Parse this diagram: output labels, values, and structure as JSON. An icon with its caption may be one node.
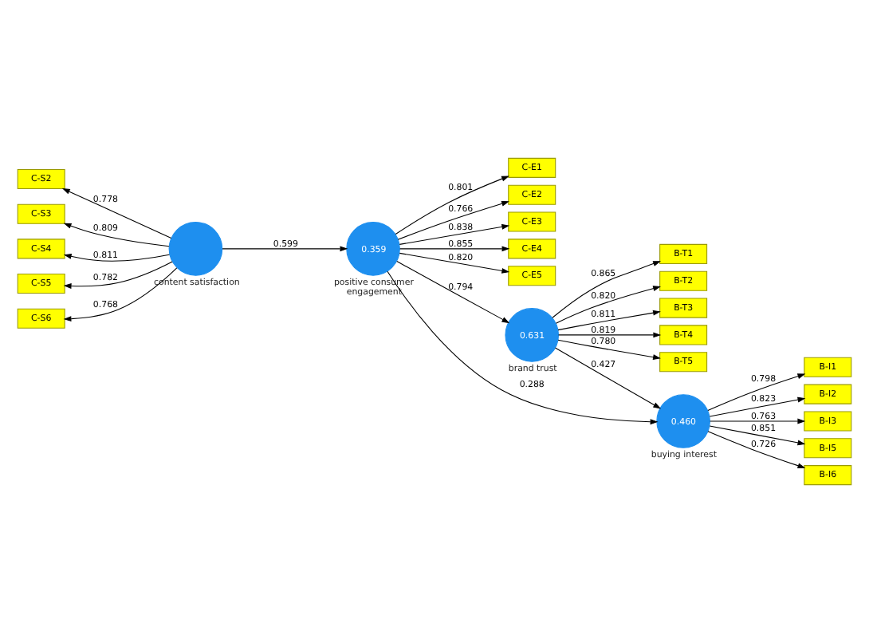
{
  "diagram": {
    "nodes": [
      {
        "text": [
          "C-E1"
        ]
      },
      {
        "text": [
          "C-E2"
        ]
      },
      {
        "text": [
          "C-E3"
        ]
      },
      {
        "text": [
          "C-E4"
        ]
      },
      {
        "text": [
          "C-E5"
        ]
      },
      {
        "text": [
          "0.359"
        ],
        "beside": [
          "positive consumer engagement"
        ]
      },
      {
        "text": [
          "0.631"
        ],
        "beside": [
          "brand trust"
        ]
      },
      {
        "text": [
          "B-T1"
        ]
      },
      {
        "text": [
          "B-T2"
        ]
      },
      {
        "text": [
          "B-T3"
        ]
      },
      {
        "text": [
          "B-T4"
        ]
      },
      {
        "text": [
          "B-T5"
        ]
      },
      {
        "text": [
          "C-S2"
        ]
      },
      {
        "text": [
          "C-S3"
        ]
      },
      {
        "text": [
          "C-S4"
        ]
      },
      {
        "text": [
          "C-S5"
        ]
      },
      {
        "text": [
          "C-S6"
        ]
      },
      {
        "text": [],
        "shape": "circle",
        "beside": [
          "content satisfaction"
        ]
      },
      {
        "text": [
          "0.460"
        ],
        "beside": [
          "buying interest"
        ]
      },
      {
        "text": [
          "B-I1"
        ]
      },
      {
        "text": [
          "B-I2"
        ]
      },
      {
        "text": [
          "B-I3"
        ]
      },
      {
        "text": [
          "B-I5"
        ]
      },
      {
        "text": [
          "B-I6"
        ]
      }
    ],
    "edges": [
      {
        "from": 5,
        "to": 0,
        "arrow": "to",
        "label": "0.801"
      },
      {
        "from": 5,
        "to": 1,
        "arrow": "to",
        "label": "0.766"
      },
      {
        "from": 5,
        "to": 2,
        "arrow": "to",
        "label": "0.838"
      },
      {
        "from": 5,
        "to": 3,
        "arrow": "to",
        "label": "0.855"
      },
      {
        "from": 5,
        "to": 4,
        "arrow": "to",
        "label": "0.820"
      },
      {
        "from": 17,
        "to": 5,
        "arrow": "to",
        "label": "0.599"
      },
      {
        "from": 5,
        "to": 6,
        "arrow": "to",
        "label": "0.794"
      },
      {
        "from": 6,
        "to": 7,
        "arrow": "to",
        "label": "0.865"
      },
      {
        "from": 6,
        "to": 8,
        "arrow": "to",
        "label": "0.820"
      },
      {
        "from": 6,
        "to": 9,
        "arrow": "to",
        "label": "0.811"
      },
      {
        "from": 6,
        "to": 10,
        "arrow": "to",
        "label": "0.819"
      },
      {
        "from": 6,
        "to": 11,
        "arrow": "to",
        "label": "0.780"
      },
      {
        "from": 17,
        "to": 12,
        "arrow": "to",
        "label": "0.778"
      },
      {
        "from": 17,
        "to": 13,
        "arrow": "to",
        "label": "0.809"
      },
      {
        "from": 17,
        "to": 14,
        "arrow": "to",
        "label": "0.811"
      },
      {
        "from": 17,
        "to": 15,
        "arrow": "to",
        "label": "0.782"
      },
      {
        "from": 17,
        "to": 16,
        "arrow": "to",
        "label": "0.768"
      },
      {
        "from": 5,
        "to": 18,
        "arrow": "to",
        "label": "0.288"
      },
      {
        "from": 6,
        "to": 18,
        "arrow": "to",
        "label": "0.427"
      },
      {
        "from": 18,
        "to": 19,
        "arrow": "to",
        "label": "0.798"
      },
      {
        "from": 18,
        "to": 20,
        "arrow": "to",
        "label": "0.823"
      },
      {
        "from": 18,
        "to": 21,
        "arrow": "to",
        "label": "0.763"
      },
      {
        "from": 18,
        "to": 22,
        "arrow": "to",
        "label": "0.851"
      },
      {
        "from": 18,
        "to": 23,
        "arrow": "to",
        "label": "0.726"
      }
    ]
  }
}
